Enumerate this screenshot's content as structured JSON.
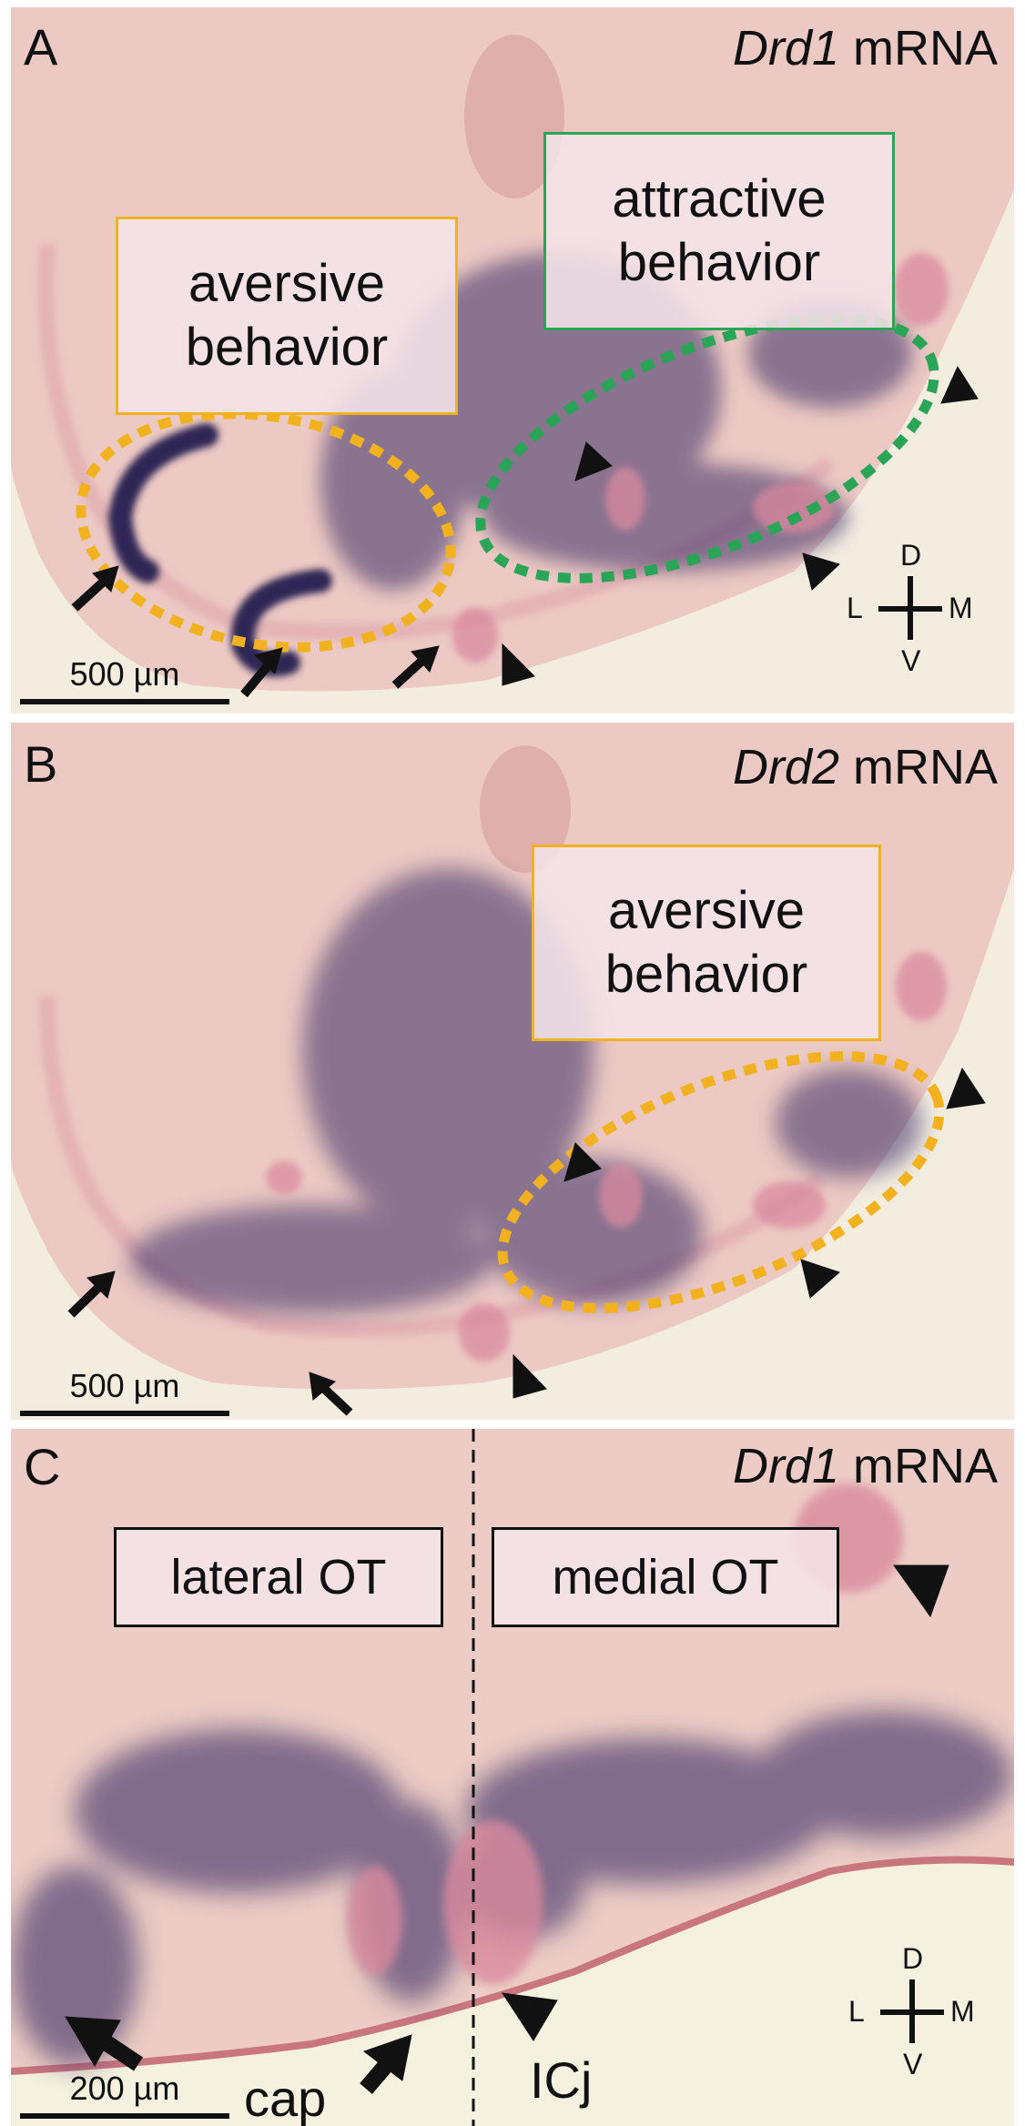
{
  "panels": {
    "a": {
      "letter": "A",
      "gene_name": "Drd1",
      "gene_suffix": " mRNA",
      "label_left": [
        "aversive",
        "behavior"
      ],
      "label_right": [
        "attractive",
        "behavior"
      ],
      "scale": "500 µm",
      "compass": {
        "d": "D",
        "l": "L",
        "m": "M",
        "v": "V"
      }
    },
    "b": {
      "letter": "B",
      "gene_name": "Drd2",
      "gene_suffix": " mRNA",
      "label_right": [
        "aversive",
        "behavior"
      ],
      "scale": "500 µm"
    },
    "c": {
      "letter": "C",
      "gene_name": "Drd1",
      "gene_suffix": " mRNA",
      "label_left": "lateral OT",
      "label_right": "medial OT",
      "cap_label": "cap",
      "icj_label": "ICj",
      "scale": "200 µm",
      "compass": {
        "d": "D",
        "l": "L",
        "m": "M",
        "v": "V"
      }
    }
  },
  "colors": {
    "tissue": "#ecc9c3",
    "background": "#f3ede0",
    "stain_dark": "#2e2655",
    "stain_pink": "#d98a9e",
    "orange_outline": "#f2b21f",
    "green_outline": "#2aa457"
  }
}
